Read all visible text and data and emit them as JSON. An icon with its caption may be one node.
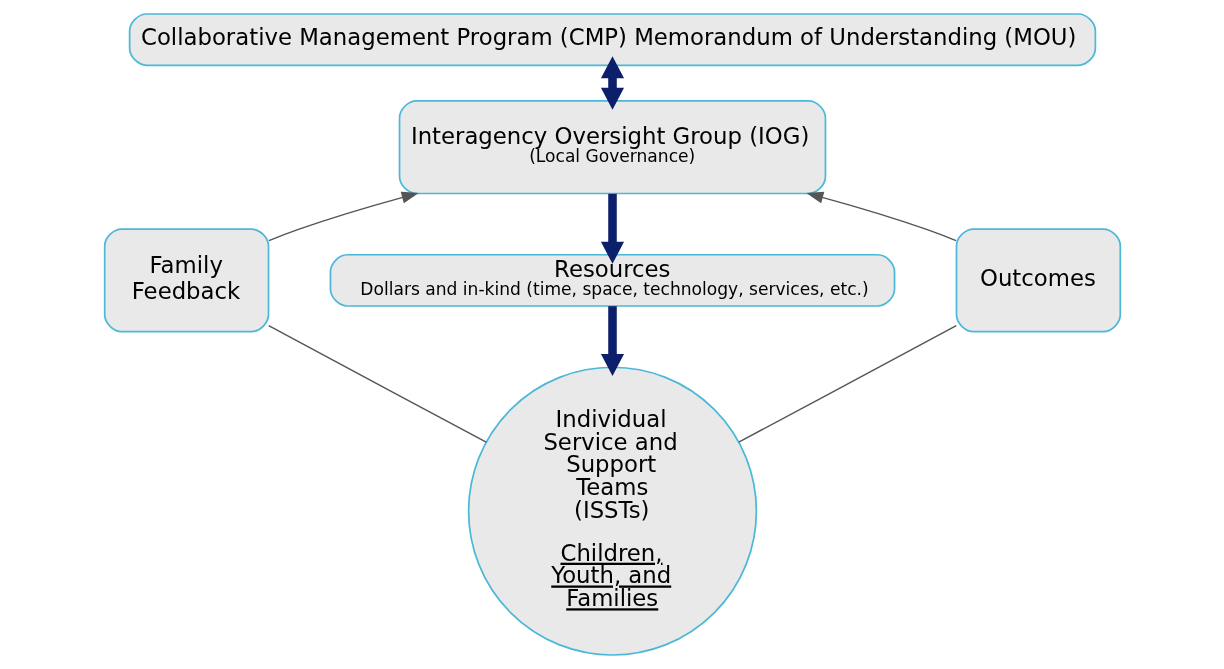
{
  "diagram": {
    "nodes": [
      {
        "text": [
          "Collaborative Management Program (CMP) Memorandum of Understanding (MOU)"
        ]
      },
      {
        "text": [
          "Interagency Oversight Group (IOG)",
          "(Local Governance)"
        ]
      },
      {
        "text": [
          "Resources",
          "Dollars and in-kind (time, space, technology, services, etc.)"
        ]
      },
      {
        "text": [
          "Family Feedback"
        ]
      },
      {
        "text": [
          "Individual Service and Support Teams (ISSTs)",
          "Children, Youth, and Families"
        ]
      },
      {
        "text": [
          "Outcomes"
        ]
      }
    ],
    "edges": [
      {
        "from": 0,
        "to": 1,
        "arrow": "both",
        "style": "thick",
        "color": "#0b1f6b"
      },
      {
        "from": 1,
        "to": 2,
        "arrow": "to",
        "style": "thick",
        "color": "#0b1f6b"
      },
      {
        "from": 2,
        "to": 4,
        "arrow": "to",
        "style": "thick",
        "color": "#0b1f6b"
      },
      {
        "from": 4,
        "to": 3,
        "arrow": "none"
      },
      {
        "from": 3,
        "to": 1,
        "arrow": "to"
      },
      {
        "from": 4,
        "to": 5,
        "arrow": "none"
      },
      {
        "from": 5,
        "to": 1,
        "arrow": "to"
      }
    ]
  }
}
